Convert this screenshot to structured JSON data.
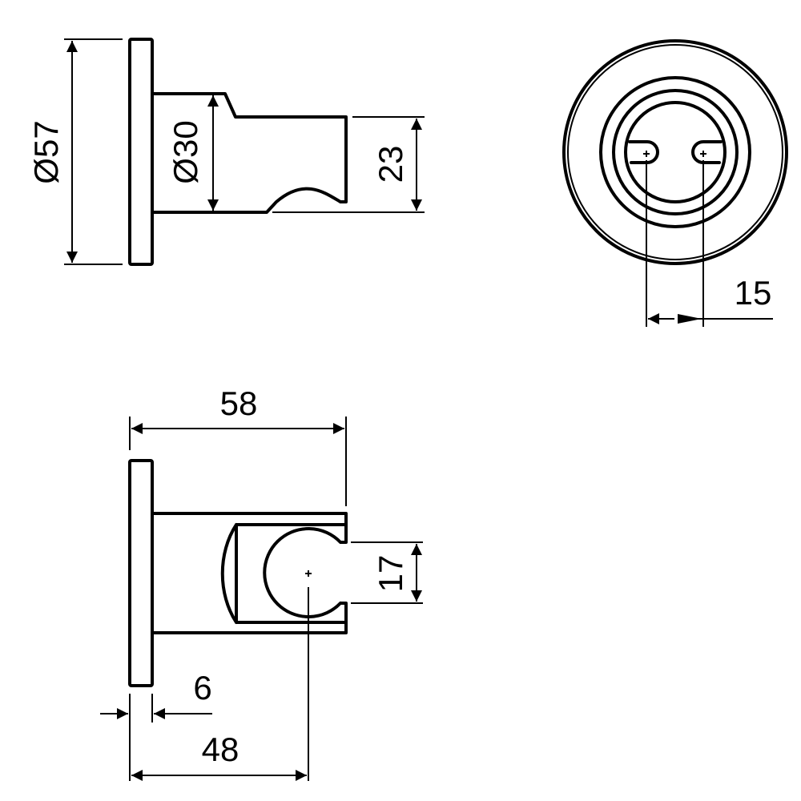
{
  "dimensions": {
    "plate_diameter": "Ø57",
    "body_diameter": "Ø30",
    "holder_height": "23",
    "hole_spacing": "15",
    "total_depth": "58",
    "hose_opening": "17",
    "plate_thickness": "6",
    "hose_axis_depth": "48"
  },
  "colors": {
    "line": "#000000",
    "background": "#ffffff"
  }
}
